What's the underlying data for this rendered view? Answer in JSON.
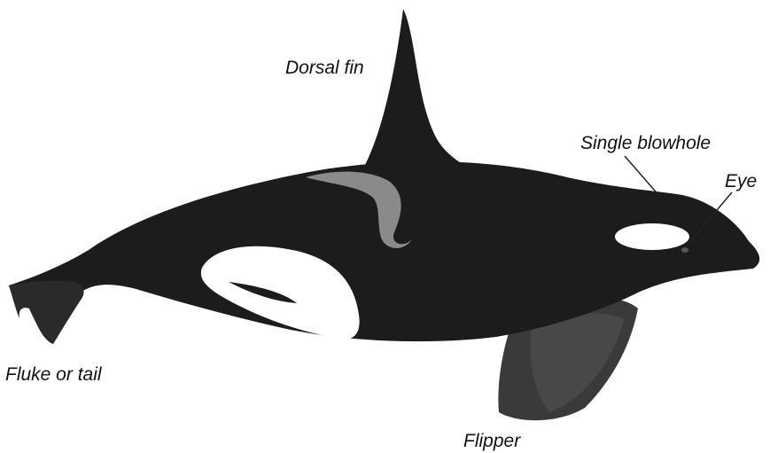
{
  "labels": {
    "dorsal_fin": "Dorsal fin",
    "single_blowhole": "Single blowhole",
    "eye": "Eye",
    "fluke": "Fluke or tail",
    "flipper": "Flipper"
  },
  "colors": {
    "body": "#1c1c1c",
    "white_patch": "#ffffff",
    "saddle_patch": "#8a8a8a",
    "flipper": "#3a3a3a",
    "leader_line": "#222222"
  }
}
